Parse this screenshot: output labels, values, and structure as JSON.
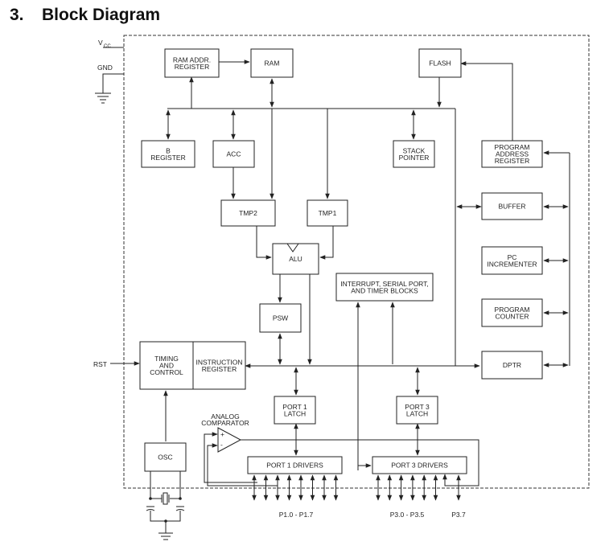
{
  "heading": {
    "number": "3.",
    "text": "Block Diagram"
  },
  "external_pins": {
    "vcc": "V",
    "vcc_sub": "CC",
    "gnd": "GND",
    "rst": "RST"
  },
  "blocks": {
    "ram_addr_register": [
      "RAM ADDR.",
      "REGISTER"
    ],
    "ram": [
      "RAM"
    ],
    "flash": [
      "FLASH"
    ],
    "b_register": [
      "B",
      "REGISTER"
    ],
    "acc": [
      "ACC"
    ],
    "stack_pointer": [
      "STACK",
      "POINTER"
    ],
    "program_address_register": [
      "PROGRAM",
      "ADDRESS",
      "REGISTER"
    ],
    "buffer": [
      "BUFFER"
    ],
    "tmp2": [
      "TMP2"
    ],
    "tmp1": [
      "TMP1"
    ],
    "alu": [
      "ALU"
    ],
    "pc_incrementer": [
      "PC",
      "INCREMENTER"
    ],
    "interrupt_serial_timer": [
      "INTERRUPT, SERIAL PORT,",
      "AND TIMER BLOCKS"
    ],
    "program_counter": [
      "PROGRAM",
      "COUNTER"
    ],
    "psw": [
      "PSW"
    ],
    "timing_and_control": [
      "TIMING",
      "AND",
      "CONTROL"
    ],
    "instruction_register": [
      "INSTRUCTION",
      "REGISTER"
    ],
    "dptr": [
      "DPTR"
    ],
    "port1_latch": [
      "PORT 1",
      "LATCH"
    ],
    "port3_latch": [
      "PORT 3",
      "LATCH"
    ],
    "osc": [
      "OSC"
    ],
    "port1_drivers": [
      "PORT 1 DRIVERS"
    ],
    "port3_drivers": [
      "PORT 3 DRIVERS"
    ]
  },
  "analog_comparator": {
    "label": [
      "ANALOG",
      "COMPARATOR"
    ],
    "plus": "+",
    "minus": "-"
  },
  "pin_labels": {
    "port1": "P1.0 - P1.7",
    "port3": "P3.0 - P3.5",
    "p37": "P3.7"
  }
}
